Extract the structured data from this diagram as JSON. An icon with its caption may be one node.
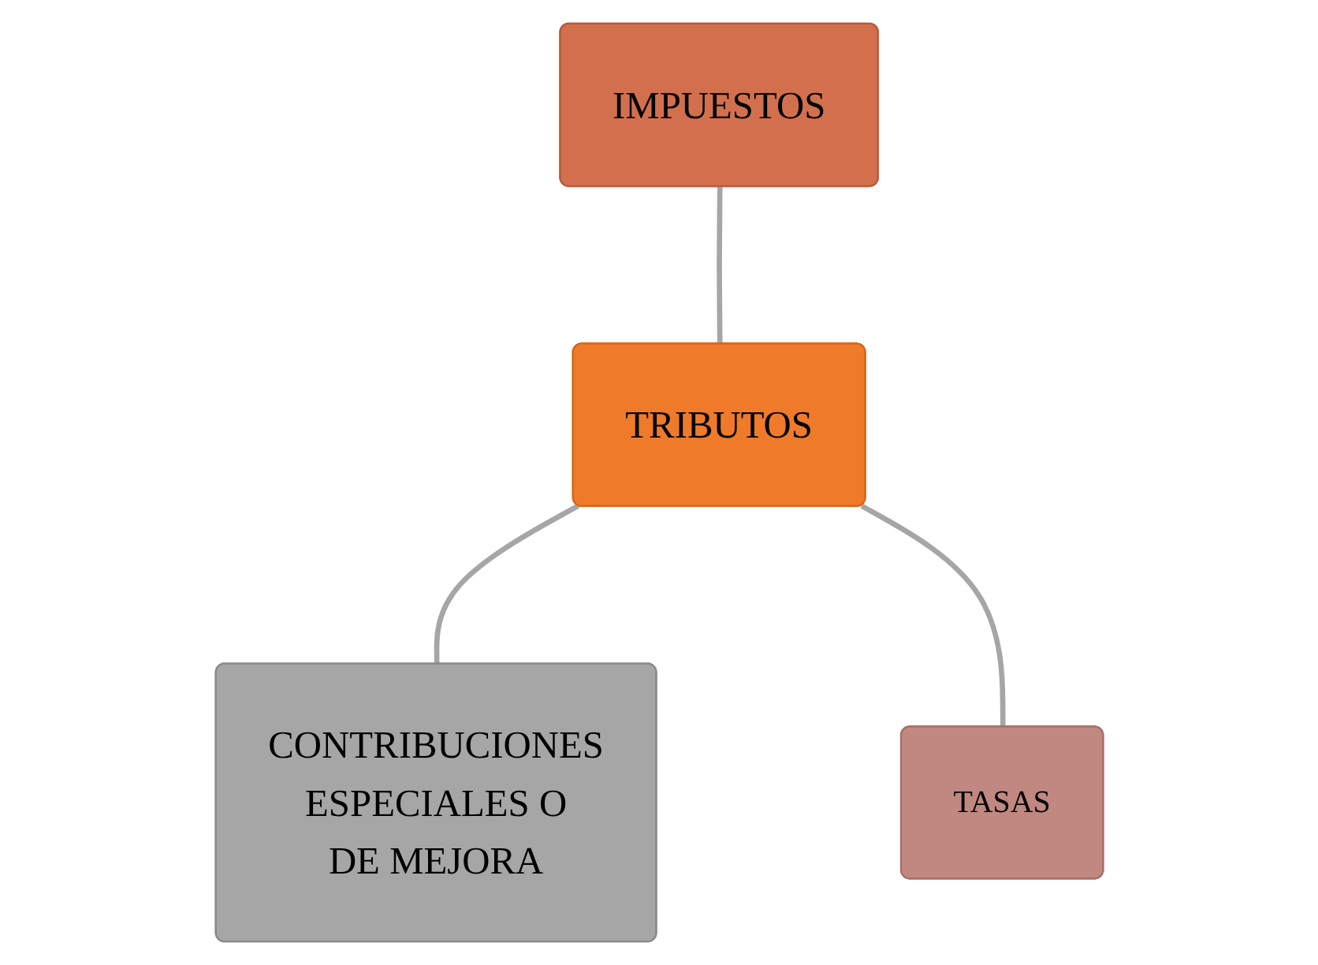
{
  "diagram": {
    "nodes": [
      {
        "text": [
          "IMPUESTOS"
        ]
      },
      {
        "text": [
          "TRIBUTOS"
        ]
      },
      {
        "text": [
          "CONTRIBUCIONES ESPECIALES O DE MEJORA"
        ]
      },
      {
        "text": [
          "TASAS"
        ]
      }
    ],
    "edges": [
      {
        "from": 0,
        "to": 1,
        "arrow": "none"
      },
      {
        "from": 1,
        "to": 2,
        "arrow": "none"
      },
      {
        "from": 1,
        "to": 3,
        "arrow": "none"
      }
    ]
  }
}
